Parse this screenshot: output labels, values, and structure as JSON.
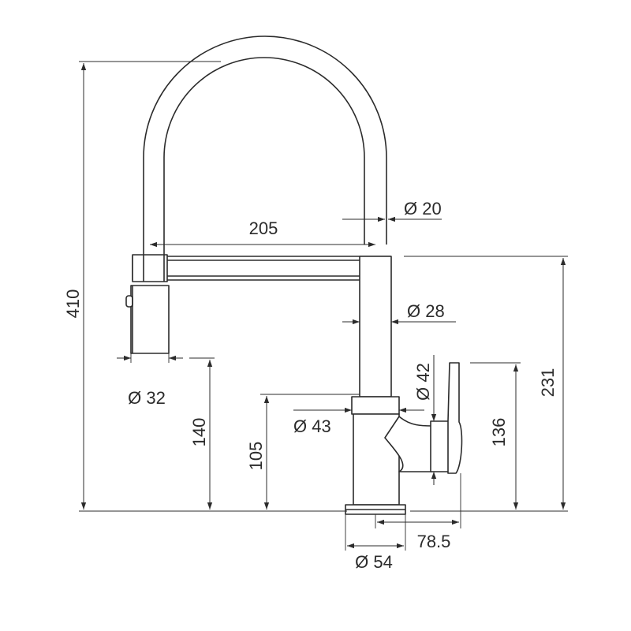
{
  "colors": {
    "line": "#2b2b2b",
    "background": "#ffffff"
  },
  "dimensions": {
    "overall_height": "410",
    "reach": "205",
    "spout_diameter": "Ø 20",
    "body_diameter": "Ø 28",
    "spray_head_diameter": "Ø 32",
    "spray_head_height": "140",
    "lever_height": "105",
    "collar_diameter": "Ø 43",
    "handle_diameter": "Ø 42",
    "handle_top_height": "136",
    "body_height": "231",
    "base_diameter": "Ø 54",
    "handle_reach": "78.5"
  }
}
